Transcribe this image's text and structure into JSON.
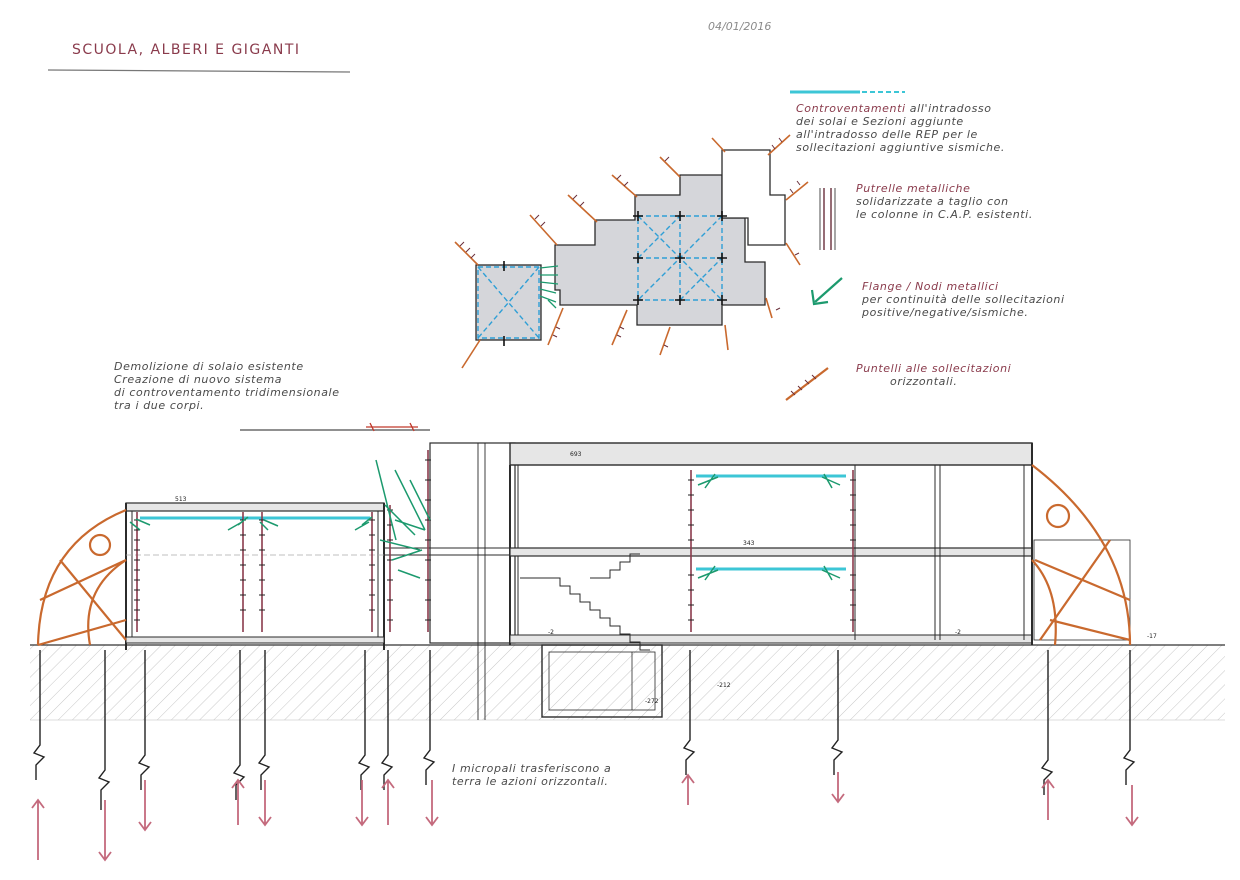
{
  "sheet": {
    "title": "SCUOLA, ALBERI E GIGANTI",
    "date": "04/01/2016"
  },
  "legend": [
    {
      "head": "Controventamenti",
      "body": "all'intradosso\ndei solai e Sezioni aggiunte\nall'intradosso delle REP per le\nsollecitazioni aggiuntive sismiche.",
      "color": "#3cc6d6"
    },
    {
      "head": "Putrelle metalliche",
      "body": "solidarizzate a taglio con\nle colonne in C.A.P. esistenti.",
      "color": "#8a3b4c"
    },
    {
      "head": "Flange / Nodi metallici",
      "body": "per continuità delle sollecitazioni\npositive/negative/sismiche.",
      "color": "#1c9a6e"
    },
    {
      "head": "Puntelli alle sollecitazioni",
      "body": "orizzontali.",
      "color": "#c9692e"
    }
  ],
  "notes": {
    "left_note": "Demolizione di solaio esistente\nCreazione di nuovo sistema\ndi controventamento tridimensionale\ntra i due corpi.",
    "micropali_note": "I micropali trasferiscono a\nterra le azioni orizzontali."
  },
  "levels": {
    "roof_left": "513",
    "roof_right": "693",
    "mid_floor": "343",
    "ground_a": "-2",
    "ground_b": "-2",
    "ground_c": "-17",
    "basement_a": "-272",
    "basement_b": "-212"
  },
  "colors": {
    "orange": "#c9692e",
    "bordeaux": "#8a3b4c",
    "cyan": "#3cc6d6",
    "green": "#1c9a6e",
    "ink": "#2b2b2b",
    "grey_fill": "#d5d6da"
  }
}
